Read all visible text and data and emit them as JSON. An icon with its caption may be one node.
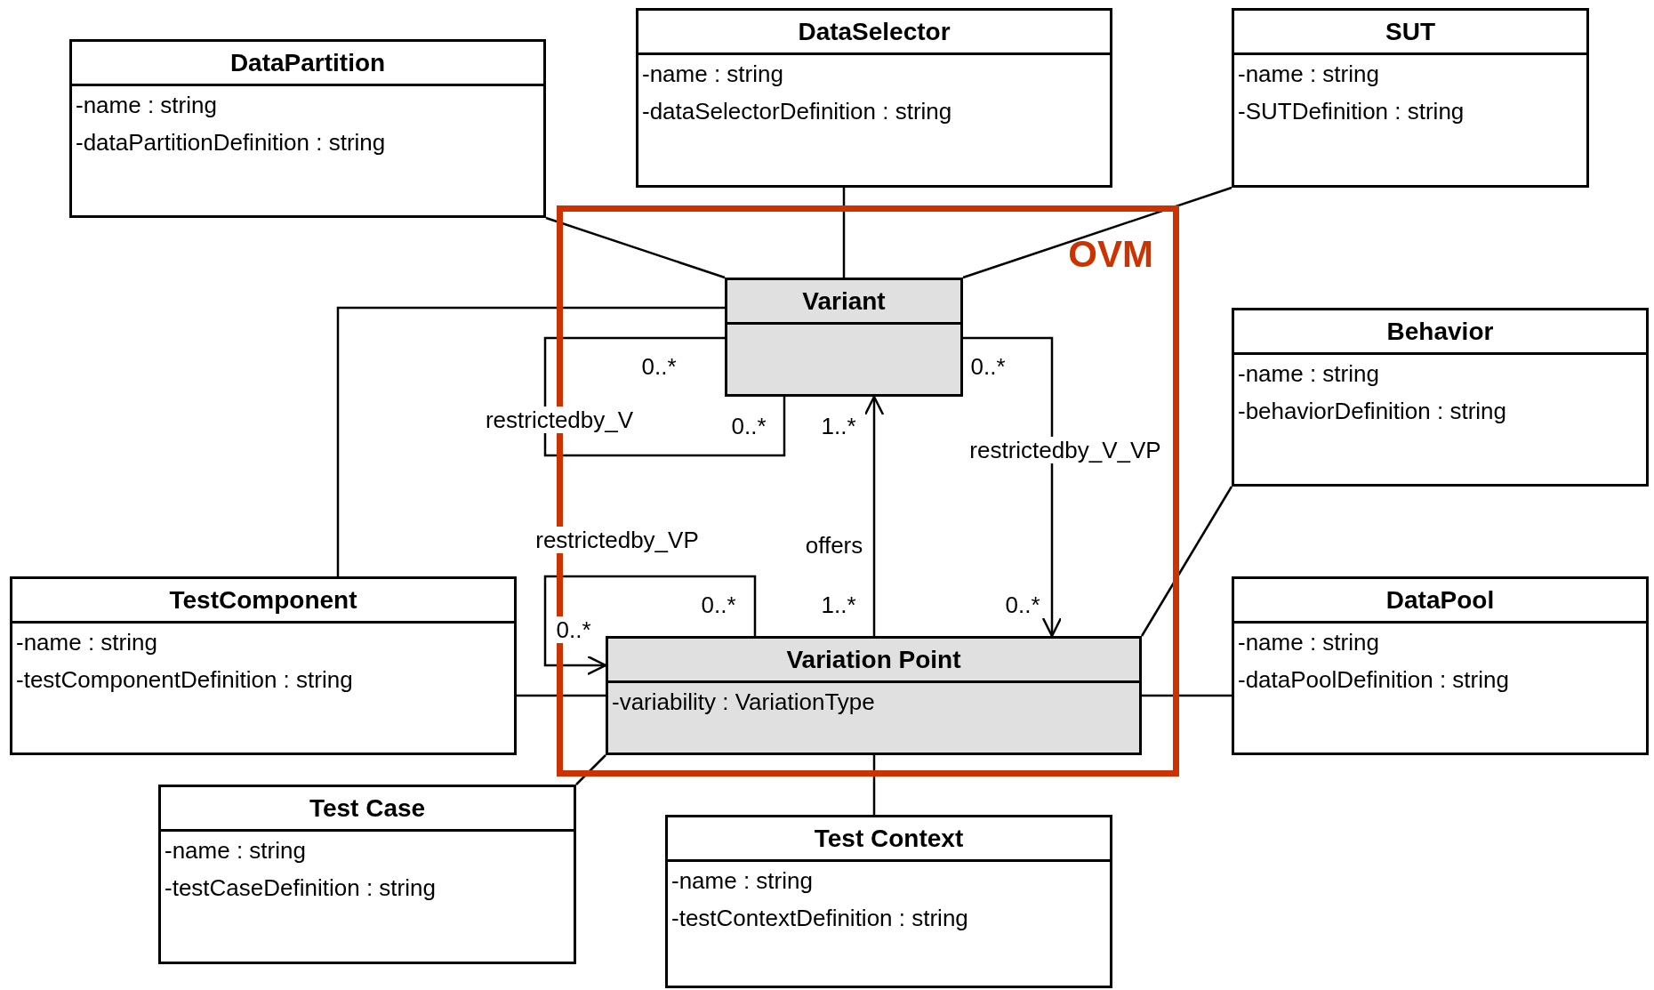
{
  "diagram": {
    "nodes": [
      {
        "text": [
          "DataPartition",
          "-name : string",
          "-dataPartitionDefinition : string"
        ]
      },
      {
        "text": [
          "DataSelector",
          "-name : string",
          "-dataSelectorDefinition : string"
        ]
      },
      {
        "text": [
          "SUT",
          "-name : string",
          "-SUTDefinition : string"
        ]
      },
      {
        "text": [
          "OVM"
        ]
      },
      {
        "text": [
          "Variant"
        ],
        "in": 3
      },
      {
        "text": [
          "Behavior",
          "-name : string",
          "-behaviorDefinition : string"
        ]
      },
      {
        "text": [
          "TestComponent",
          "-name : string",
          "-testComponentDefinition : string"
        ]
      },
      {
        "text": [
          "DataPool",
          "-name : string",
          "-dataPoolDefinition : string"
        ]
      },
      {
        "text": [
          "Variation Point",
          "-variability : VariationType"
        ],
        "in": 3
      },
      {
        "text": [
          "Test Case",
          "-name : string",
          "-testCaseDefinition : string"
        ]
      },
      {
        "text": [
          "Test Context",
          "-name : string",
          "-testContextDefinition : string"
        ]
      }
    ],
    "edges": [
      {
        "from": 0,
        "to": 4,
        "arrow": "none"
      },
      {
        "from": 1,
        "to": 4,
        "arrow": "none"
      },
      {
        "from": 2,
        "to": 4,
        "arrow": "none"
      },
      {
        "from": 6,
        "to": 4,
        "arrow": "none"
      },
      {
        "from": 4,
        "to": 4,
        "arrow": "none",
        "label": "restrictedby_V"
      },
      {
        "from": 4,
        "to": 8,
        "arrow": "to",
        "label": "restrictedby_V_VP"
      },
      {
        "from": 8,
        "to": 4,
        "arrow": "to",
        "label": "offers"
      },
      {
        "from": 8,
        "to": 8,
        "arrow": "to",
        "label": "restrictedby_VP"
      },
      {
        "from": 5,
        "to": 8,
        "arrow": "none"
      },
      {
        "from": 7,
        "to": 8,
        "arrow": "none"
      },
      {
        "from": 6,
        "to": 8,
        "arrow": "none"
      },
      {
        "from": 9,
        "to": 8,
        "arrow": "none"
      },
      {
        "from": 10,
        "to": 8,
        "arrow": "none"
      }
    ],
    "labels": [
      "0..*",
      "0..*",
      "0..*",
      "1..*",
      "0..*",
      "1..*",
      "0..*",
      "0..*"
    ]
  }
}
